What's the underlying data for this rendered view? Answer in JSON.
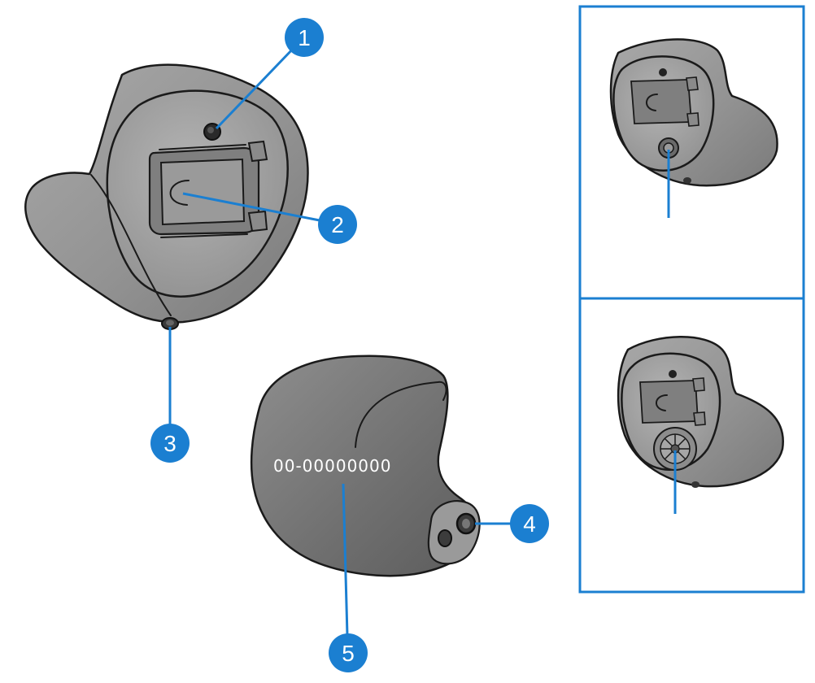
{
  "colors": {
    "accent": "#1b7fd1",
    "shell_light": "#9d9d9d",
    "shell_mid": "#8a8a8a",
    "shell_dark": "#6d6d6d",
    "outline": "#1a1a1a"
  },
  "callouts": [
    {
      "number": "1"
    },
    {
      "number": "2"
    },
    {
      "number": "3"
    },
    {
      "number": "4"
    },
    {
      "number": "5"
    }
  ],
  "serial_number": "00-00000000",
  "insets": [
    {
      "variant": "push-button"
    },
    {
      "variant": "rotary-wheel"
    }
  ]
}
